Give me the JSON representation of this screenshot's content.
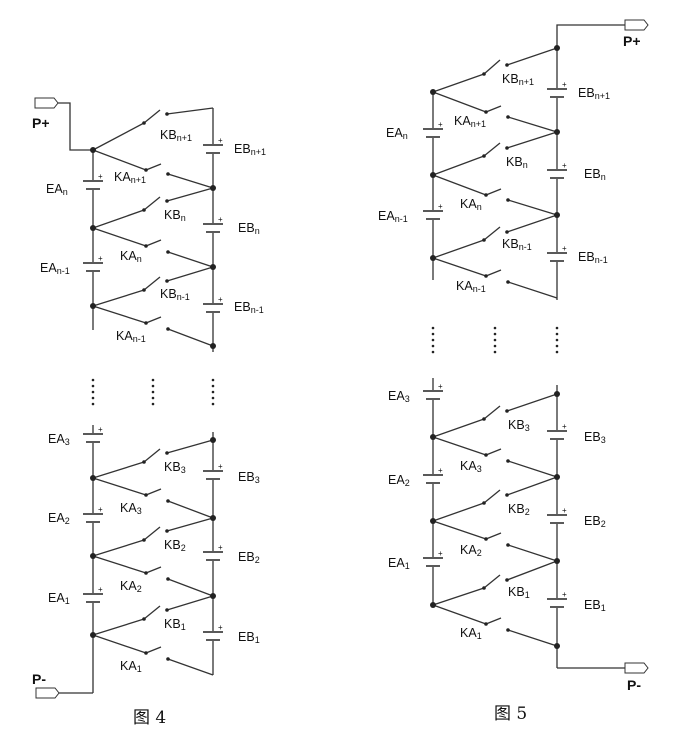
{
  "figure4": {
    "caption": "图 4",
    "terminals": {
      "positive": "P+",
      "negative": "P-"
    },
    "ea_labels": [
      {
        "main": "EA",
        "sub": "n"
      },
      {
        "main": "EA",
        "sub": "n-1"
      },
      {
        "main": "EA",
        "sub": "3"
      },
      {
        "main": "EA",
        "sub": "2"
      },
      {
        "main": "EA",
        "sub": "1"
      }
    ],
    "eb_labels": [
      {
        "main": "EB",
        "sub": "n+1"
      },
      {
        "main": "EB",
        "sub": "n"
      },
      {
        "main": "EB",
        "sub": "n-1"
      },
      {
        "main": "EB",
        "sub": "3"
      },
      {
        "main": "EB",
        "sub": "2"
      },
      {
        "main": "EB",
        "sub": "1"
      }
    ],
    "kb_labels": [
      {
        "main": "KB",
        "sub": "n+1"
      },
      {
        "main": "KB",
        "sub": "n"
      },
      {
        "main": "KB",
        "sub": "n-1"
      },
      {
        "main": "KB",
        "sub": "3"
      },
      {
        "main": "KB",
        "sub": "2"
      },
      {
        "main": "KB",
        "sub": "1"
      }
    ],
    "ka_labels": [
      {
        "main": "KA",
        "sub": "n+1"
      },
      {
        "main": "KA",
        "sub": "n"
      },
      {
        "main": "KA",
        "sub": "n-1"
      },
      {
        "main": "KA",
        "sub": "3"
      },
      {
        "main": "KA",
        "sub": "2"
      },
      {
        "main": "KA",
        "sub": "1"
      }
    ]
  },
  "figure5": {
    "caption": "图 5",
    "terminals": {
      "positive": "P+",
      "negative": "P-"
    },
    "ea_labels": [
      {
        "main": "EA",
        "sub": "n"
      },
      {
        "main": "EA",
        "sub": "n-1"
      },
      {
        "main": "EA",
        "sub": "3"
      },
      {
        "main": "EA",
        "sub": "2"
      },
      {
        "main": "EA",
        "sub": "1"
      }
    ],
    "eb_labels": [
      {
        "main": "EB",
        "sub": "n+1"
      },
      {
        "main": "EB",
        "sub": "n"
      },
      {
        "main": "EB",
        "sub": "n-1"
      },
      {
        "main": "EB",
        "sub": "3"
      },
      {
        "main": "EB",
        "sub": "2"
      },
      {
        "main": "EB",
        "sub": "1"
      }
    ],
    "kb_labels": [
      {
        "main": "KB",
        "sub": "n+1"
      },
      {
        "main": "KB",
        "sub": "n"
      },
      {
        "main": "KB",
        "sub": "n-1"
      },
      {
        "main": "KB",
        "sub": "3"
      },
      {
        "main": "KB",
        "sub": "2"
      },
      {
        "main": "KB",
        "sub": "1"
      }
    ],
    "ka_labels": [
      {
        "main": "KA",
        "sub": "n+1"
      },
      {
        "main": "KA",
        "sub": "n"
      },
      {
        "main": "KA",
        "sub": "n-1"
      },
      {
        "main": "KA",
        "sub": "3"
      },
      {
        "main": "KA",
        "sub": "2"
      },
      {
        "main": "KA",
        "sub": "1"
      }
    ]
  },
  "polarity_mark": "+"
}
